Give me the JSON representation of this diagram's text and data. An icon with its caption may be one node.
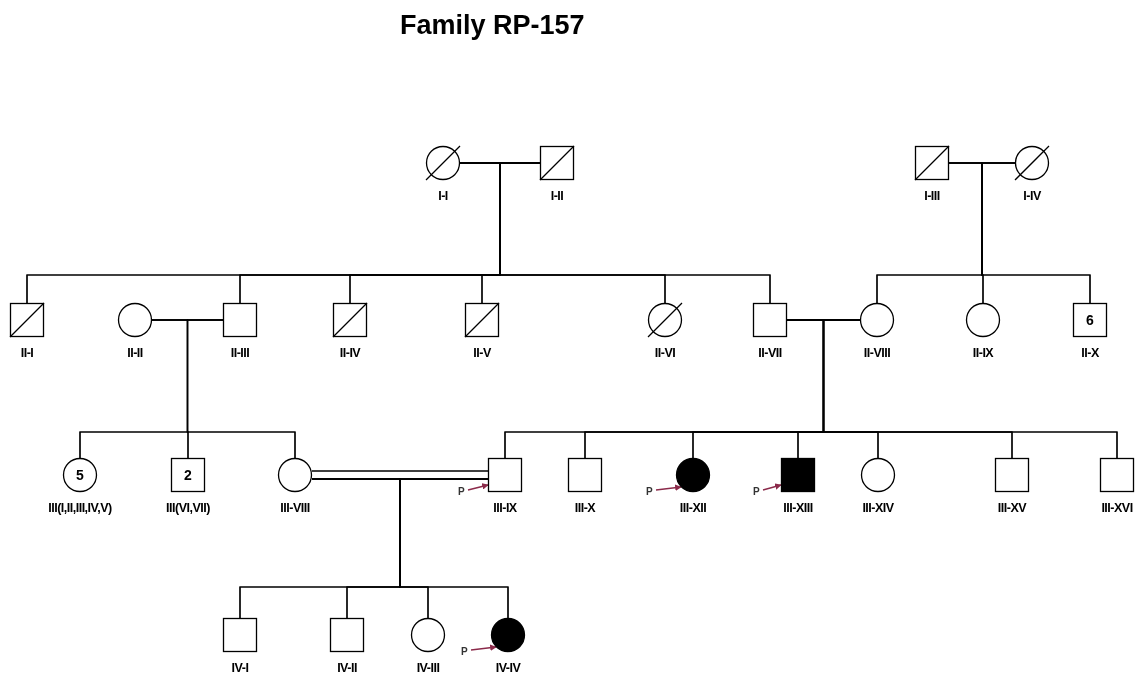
{
  "diagram": {
    "title": "Family RP-157",
    "nodes": [
      {
        "text": [],
        "shape": "circle",
        "beside": [
          "I-I"
        ]
      },
      {
        "text": [],
        "shape": "box",
        "beside": [
          "I-II"
        ]
      },
      {
        "text": [],
        "shape": "box",
        "beside": [
          "I-III"
        ]
      },
      {
        "text": [],
        "shape": "circle",
        "beside": [
          "I-IV"
        ]
      },
      {
        "text": [],
        "shape": "box",
        "beside": [
          "II-I"
        ]
      },
      {
        "text": [],
        "shape": "circle",
        "beside": [
          "II-II"
        ]
      },
      {
        "text": [],
        "shape": "box",
        "beside": [
          "II-III"
        ]
      },
      {
        "text": [],
        "shape": "box",
        "beside": [
          "II-IV"
        ]
      },
      {
        "text": [],
        "shape": "box",
        "beside": [
          "II-V"
        ]
      },
      {
        "text": [],
        "shape": "circle",
        "beside": [
          "II-VI"
        ]
      },
      {
        "text": [],
        "shape": "box",
        "beside": [
          "II-VII"
        ]
      },
      {
        "text": [],
        "shape": "circle",
        "beside": [
          "II-VIII"
        ]
      },
      {
        "text": [],
        "shape": "circle",
        "beside": [
          "II-IX"
        ]
      },
      {
        "text": [
          "6"
        ],
        "beside": [
          "II-X"
        ]
      },
      {
        "text": [
          "5"
        ],
        "beside": [
          "III(I,II,III,IV,V)"
        ]
      },
      {
        "text": [
          "2"
        ],
        "beside": [
          "III(VI,VII)"
        ]
      },
      {
        "text": [],
        "shape": "circle",
        "beside": [
          "III-VIII"
        ]
      },
      {
        "text": [
          "P"
        ]
      },
      {
        "text": [],
        "shape": "box",
        "beside": [
          "III-IX"
        ]
      },
      {
        "text": [],
        "shape": "box",
        "beside": [
          "III-X"
        ]
      },
      {
        "text": [
          "P"
        ]
      },
      {
        "text": [],
        "shape": "circle",
        "beside": [
          "III-XII"
        ]
      },
      {
        "text": [
          "P"
        ]
      },
      {
        "text": [],
        "shape": "box",
        "beside": [
          "III-XIII"
        ]
      },
      {
        "text": [],
        "shape": "circle",
        "beside": [
          "III-XIV"
        ]
      },
      {
        "text": [],
        "shape": "box",
        "beside": [
          "III-XV"
        ]
      },
      {
        "text": [],
        "shape": "box",
        "beside": [
          "III-XVI"
        ]
      },
      {
        "text": [],
        "shape": "box",
        "beside": [
          "IV-I"
        ]
      },
      {
        "text": [],
        "shape": "box",
        "beside": [
          "IV-II"
        ]
      },
      {
        "text": [],
        "shape": "circle",
        "beside": [
          "IV-III"
        ]
      },
      {
        "text": [
          "P"
        ]
      },
      {
        "text": [],
        "shape": "circle",
        "beside": [
          "IV-IV"
        ]
      }
    ],
    "edges": [
      {
        "from": 0,
        "to": 1,
        "arrow": "none"
      },
      {
        "from": 2,
        "to": 3,
        "arrow": "none"
      },
      {
        "from": 5,
        "to": 6,
        "arrow": "none"
      },
      {
        "from": 10,
        "to": 11,
        "arrow": "none"
      },
      {
        "from": 16,
        "to": 18,
        "arrow": "none"
      },
      {
        "from": 0,
        "to": 4,
        "arrow": "none"
      },
      {
        "from": 1,
        "to": 4,
        "arrow": "none"
      },
      {
        "from": 0,
        "to": 6,
        "arrow": "none"
      },
      {
        "from": 1,
        "to": 6,
        "arrow": "none"
      },
      {
        "from": 0,
        "to": 7,
        "arrow": "none"
      },
      {
        "from": 1,
        "to": 7,
        "arrow": "none"
      },
      {
        "from": 0,
        "to": 8,
        "arrow": "none"
      },
      {
        "from": 1,
        "to": 8,
        "arrow": "none"
      },
      {
        "from": 0,
        "to": 9,
        "arrow": "none"
      },
      {
        "from": 1,
        "to": 9,
        "arrow": "none"
      },
      {
        "from": 0,
        "to": 10,
        "arrow": "none"
      },
      {
        "from": 1,
        "to": 10,
        "arrow": "none"
      },
      {
        "from": 2,
        "to": 11,
        "arrow": "none"
      },
      {
        "from": 3,
        "to": 11,
        "arrow": "none"
      },
      {
        "from": 2,
        "to": 12,
        "arrow": "none"
      },
      {
        "from": 3,
        "to": 12,
        "arrow": "none"
      },
      {
        "from": 2,
        "to": 13,
        "arrow": "none"
      },
      {
        "from": 3,
        "to": 13,
        "arrow": "none"
      },
      {
        "from": 5,
        "to": 14,
        "arrow": "none"
      },
      {
        "from": 6,
        "to": 14,
        "arrow": "none"
      },
      {
        "from": 5,
        "to": 15,
        "arrow": "none"
      },
      {
        "from": 6,
        "to": 15,
        "arrow": "none"
      },
      {
        "from": 5,
        "to": 16,
        "arrow": "none"
      },
      {
        "from": 6,
        "to": 16,
        "arrow": "none"
      },
      {
        "from": 10,
        "to": 18,
        "arrow": "none"
      },
      {
        "from": 11,
        "to": 18,
        "arrow": "none"
      },
      {
        "from": 10,
        "to": 19,
        "arrow": "none"
      },
      {
        "from": 11,
        "to": 19,
        "arrow": "none"
      },
      {
        "from": 10,
        "to": 21,
        "arrow": "none"
      },
      {
        "from": 11,
        "to": 21,
        "arrow": "none"
      },
      {
        "from": 10,
        "to": 23,
        "arrow": "none"
      },
      {
        "from": 11,
        "to": 23,
        "arrow": "none"
      },
      {
        "from": 10,
        "to": 24,
        "arrow": "none"
      },
      {
        "from": 11,
        "to": 24,
        "arrow": "none"
      },
      {
        "from": 10,
        "to": 25,
        "arrow": "none"
      },
      {
        "from": 11,
        "to": 25,
        "arrow": "none"
      },
      {
        "from": 10,
        "to": 26,
        "arrow": "none"
      },
      {
        "from": 11,
        "to": 26,
        "arrow": "none"
      },
      {
        "from": 16,
        "to": 27,
        "arrow": "none"
      },
      {
        "from": 18,
        "to": 27,
        "arrow": "none"
      },
      {
        "from": 16,
        "to": 28,
        "arrow": "none"
      },
      {
        "from": 18,
        "to": 28,
        "arrow": "none"
      },
      {
        "from": 16,
        "to": 29,
        "arrow": "none"
      },
      {
        "from": 18,
        "to": 29,
        "arrow": "none"
      },
      {
        "from": 16,
        "to": 31,
        "arrow": "none"
      },
      {
        "from": 18,
        "to": 31,
        "arrow": "none"
      },
      {
        "from": 17,
        "to": 18,
        "arrow": "to",
        "color": "#8b2a4a"
      },
      {
        "from": 20,
        "to": 21,
        "arrow": "to",
        "color": "#8b2a4a"
      },
      {
        "from": 22,
        "to": 23,
        "arrow": "to",
        "color": "#8b2a4a"
      },
      {
        "from": 30,
        "to": 31,
        "arrow": "to",
        "color": "#8b2a4a"
      }
    ]
  }
}
